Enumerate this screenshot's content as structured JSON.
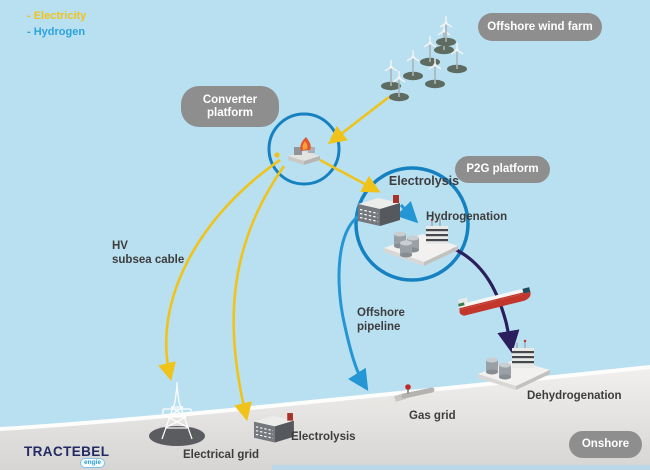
{
  "legend": {
    "electricity": "- Electricity",
    "hydrogen": "- Hydrogen"
  },
  "badges": {
    "offshore_wind_farm": "Offshore wind farm",
    "converter_platform": "Converter\nplatform",
    "p2g_platform": "P2G platform",
    "onshore": "Onshore"
  },
  "labels": {
    "electrolysis_p2g": "Electrolysis",
    "hydrogenation": "Hydrogenation",
    "hv_subsea_cable": "HV\nsubsea cable",
    "offshore_pipeline": "Offshore\npipeline",
    "gas_grid": "Gas grid",
    "dehydrogenation": "Dehydrogenation",
    "electrical_grid": "Electrical grid",
    "electrolysis_onshore": "Electrolysis"
  },
  "logo": {
    "brand": "TRACTEBEL",
    "sub_brand": "engie"
  },
  "colors": {
    "sea": "#b9e0f1",
    "shore_light": "#f1f0ee",
    "shore_dark": "#d6d5d3",
    "electricity_yellow": "#efc319",
    "hydrogen_blue": "#2596d4",
    "lohc_navy": "#2b1e5c",
    "platform_circle_blue": "#1581c0",
    "badge_gray": "#8e8e8e",
    "badge_text": "#ffffff",
    "label_text": "#3d3d3d"
  }
}
